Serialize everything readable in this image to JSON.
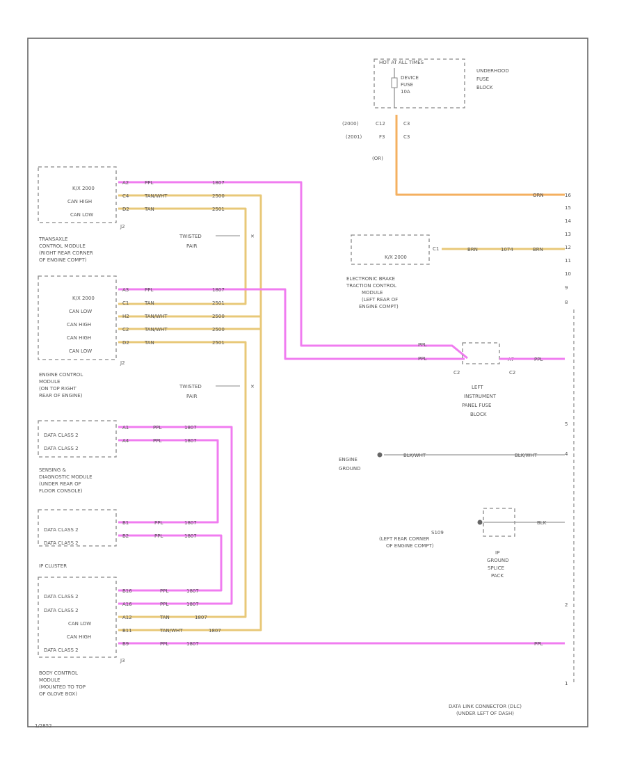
{
  "hot_source": {
    "label": "HOT AT ALL TIMES",
    "fuse": [
      "DEVICE",
      "FUSE",
      "10A"
    ],
    "block_label": [
      "UNDERHOOD",
      "FUSE",
      "BLOCK"
    ],
    "conn_rows": [
      {
        "year": "(2000)",
        "pin": "C12",
        "conn": "C3"
      },
      {
        "year": "(2001)",
        "pin": "F3",
        "conn": "C3"
      }
    ],
    "wire_color": "(OR)"
  },
  "tcm": {
    "labels": [
      "K/X 2000",
      "CAN HIGH",
      "CAN LOW"
    ],
    "conn": "J2",
    "pins": [
      "A2",
      "C4",
      "D2"
    ],
    "colors": [
      "PPL",
      "TAN/WHT",
      "TAN"
    ],
    "circuits": [
      "1807",
      "2500",
      "2501"
    ],
    "desc": [
      "TRANSAXLE",
      "CONTROL MODULE",
      "(RIGHT REAR CORNER",
      "OF ENGINE COMPT)"
    ]
  },
  "twisted_pair_1": [
    "TWISTED",
    "PAIR"
  ],
  "twisted_pair_2": [
    "TWISTED",
    "PAIR"
  ],
  "ecm": {
    "labels": [
      "K/X 2000",
      "CAN LOW",
      "CAN HIGH",
      "CAN HIGH",
      "CAN LOW"
    ],
    "conn": "J2",
    "pins": [
      "A3",
      "C1",
      "H2",
      "C2",
      "D2"
    ],
    "colors": [
      "PPL",
      "TAN",
      "TAN/WHT",
      "TAN/WHT",
      "TAN"
    ],
    "circuits": [
      "1807",
      "2501",
      "2500",
      "2500",
      "2501"
    ],
    "desc": [
      "ENGINE CONTROL",
      "MODULE",
      "(ON TOP RIGHT",
      "REAR OF ENGINE)"
    ]
  },
  "sdm": {
    "labels": [
      "DATA CLASS 2",
      "DATA CLASS 2"
    ],
    "pins": [
      "A1",
      "A4"
    ],
    "colors": [
      "PPL",
      "PPL"
    ],
    "circuits": [
      "1807",
      "1807"
    ],
    "desc": [
      "SENSING &",
      "DIAGNOSTIC MODULE",
      "(UNDER REAR OF",
      "FLOOR CONSOLE)"
    ]
  },
  "ip_cluster": {
    "labels": [
      "DATA CLASS 2",
      "DATA CLASS 2"
    ],
    "pins": [
      "B1",
      "B2"
    ],
    "colors": [
      "PPL",
      "PPL"
    ],
    "circuits": [
      "1807",
      "1807"
    ],
    "desc": [
      "IP CLUSTER"
    ]
  },
  "bcm": {
    "labels": [
      "DATA CLASS 2",
      "DATA CLASS 2",
      "CAN LOW",
      "CAN HIGH",
      "DATA CLASS 2"
    ],
    "conn": "J3",
    "pins": [
      "B16",
      "A16",
      "A12",
      "B11",
      "B9"
    ],
    "colors": [
      "PPL",
      "PPL",
      "TAN",
      "TAN/WHT",
      "PPL"
    ],
    "circuits": [
      "1807",
      "1807",
      "1807",
      "1807",
      "1807"
    ],
    "desc": [
      "BODY CONTROL",
      "MODULE",
      "(MOUNTED TO TOP",
      "OF GLOVE BOX)"
    ]
  },
  "ebtcm": {
    "label": "K/X 2000",
    "pin": "C1",
    "wire": [
      "BRN",
      "1074",
      "BRN"
    ],
    "desc": [
      "ELECTRONIC BRAKE",
      "TRACTION CONTROL",
      "MODULE",
      "(LEFT REAR OF",
      "ENGINE COMPT)"
    ]
  },
  "dlc_pins": [
    "16",
    "15",
    "14",
    "13",
    "12",
    "11",
    "10",
    "9",
    "8",
    "5",
    "4",
    "2",
    "1"
  ],
  "dlc_wire_labels": {
    "orn": "ORN",
    "brn": "BRN",
    "ppl": "PPL",
    "blkwht": "BLK/WHT",
    "blk": "BLK",
    "ppl_bottom": "PPL"
  },
  "dlc_desc": [
    "DATA LINK CONNECTOR (DLC)",
    "(UNDER LEFT OF DASH)"
  ],
  "ip_fuse_block": {
    "left_wires": [
      "PPL",
      "PPL"
    ],
    "left_conn": "C2",
    "right_pin": "A7",
    "right_conn": "C2",
    "desc": [
      "LEFT",
      "INSTRUMENT",
      "PANEL FUSE",
      "BLOCK"
    ]
  },
  "engine_ground": {
    "label": [
      "ENGINE",
      "GROUND"
    ],
    "wire": "BLK/WHT"
  },
  "splice": {
    "name": "S109",
    "desc": [
      "(LEFT REAR CORNER",
      "OF ENGINE COMPT)"
    ],
    "pack": [
      "IP",
      "GROUND",
      "SPLICE",
      "PACK"
    ]
  },
  "footer_code": "1/2852",
  "colors": {
    "ppl": "#f07cf0",
    "tan": "#e8c878",
    "orange": "#f4b060",
    "frame": "#666666"
  }
}
